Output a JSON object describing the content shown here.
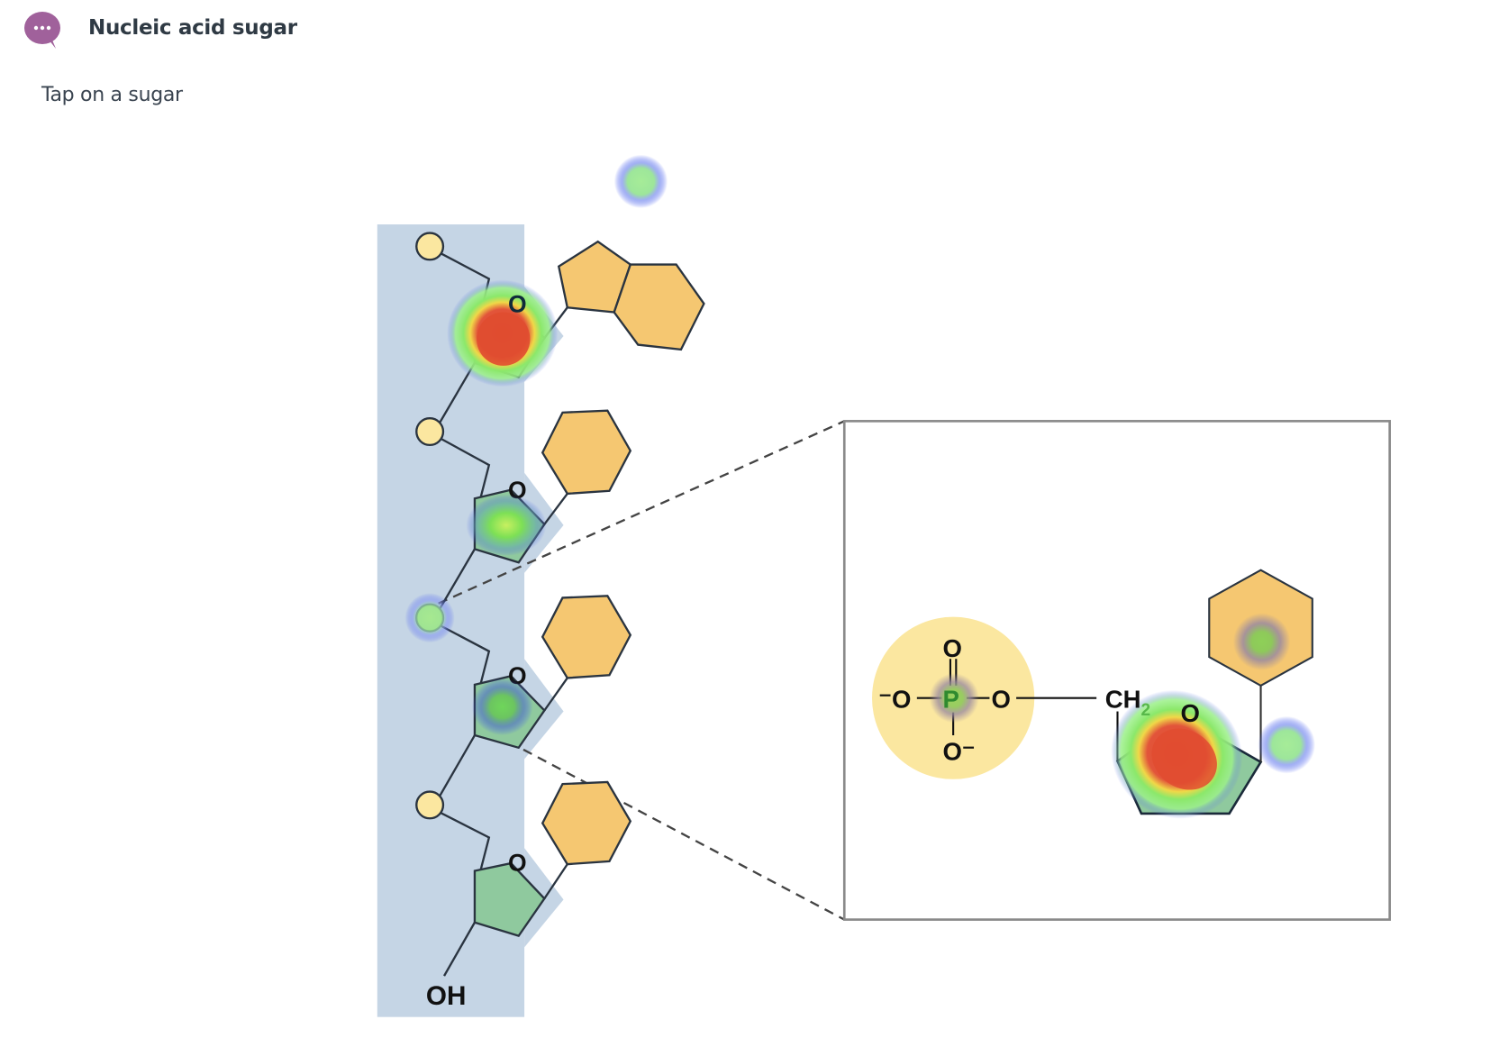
{
  "header": {
    "icon": "speech-bubble-icon",
    "title": "Nucleic acid sugar"
  },
  "question": {
    "prompt": "Tap on a sugar"
  },
  "diagram": {
    "strand_labels": {
      "ring_oxygen": "O",
      "terminal": "OH"
    },
    "zoom_box": {
      "phosphate": {
        "center": "P",
        "top": "O",
        "left": "⁻O",
        "right": "O",
        "bottom": "O⁻"
      },
      "ch2_label": "CH",
      "ch2_subscript": "2",
      "ring_oxygen": "O"
    },
    "colors": {
      "backbone_panel": "#c5d5e5",
      "phosphate": "#fbe7a0",
      "sugar": "#8fc99e",
      "base": "#f5c771",
      "outline": "#2a3440",
      "accent_icon": "#a0619b"
    },
    "heatmap": {
      "hotspots": [
        "sugar-1",
        "sugar-2",
        "phosphate-3",
        "sugar-3",
        "zoom-sugar",
        "zoom-phosphorus",
        "zoom-base",
        "above-base-1",
        "zoom-right-of-sugar"
      ]
    }
  }
}
